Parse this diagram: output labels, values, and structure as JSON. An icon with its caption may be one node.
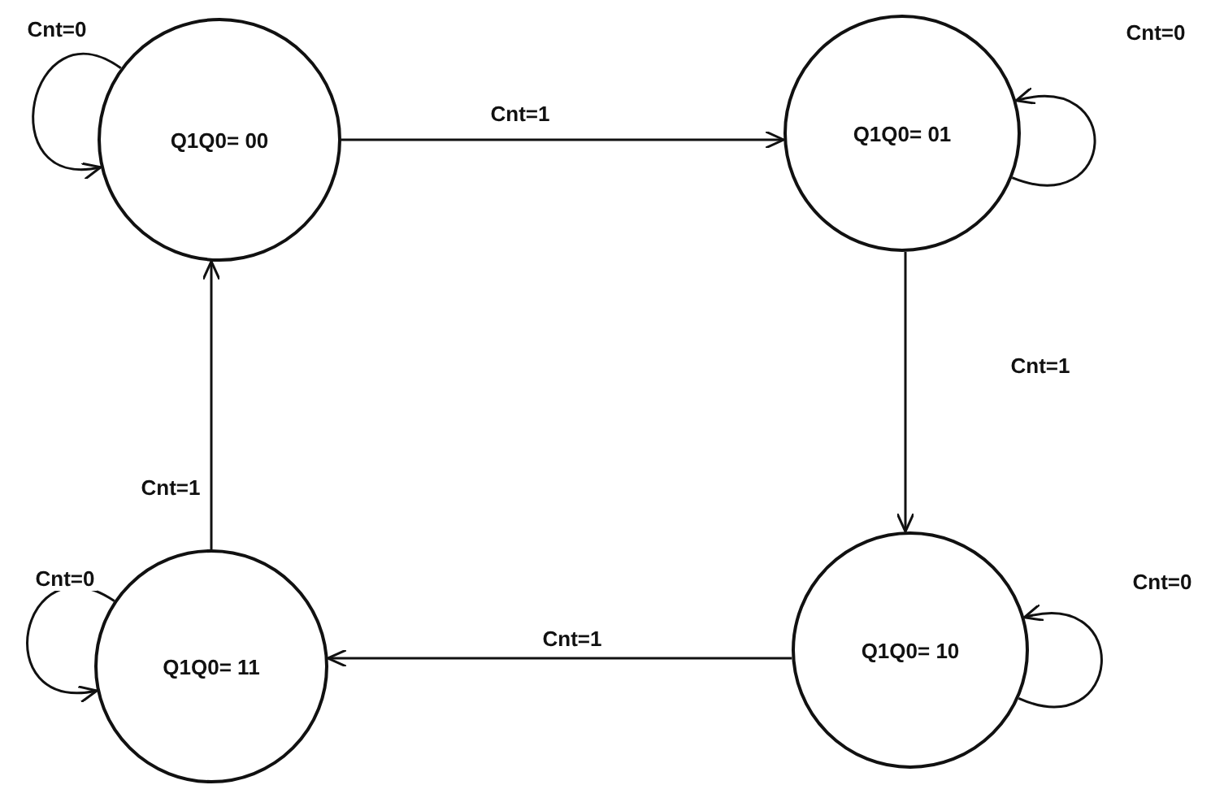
{
  "diagram": {
    "nodes": [
      {
        "text": [
          "Q1Q0= 00"
        ]
      },
      {
        "text": [
          "Q1Q0= 01"
        ]
      },
      {
        "text": [
          "Q1Q0= 10"
        ]
      },
      {
        "text": [
          "Q1Q0= 11"
        ]
      }
    ],
    "edges": [
      {
        "from": 0,
        "to": 0,
        "arrow": "to",
        "label": "Cnt=0"
      },
      {
        "from": 0,
        "to": 1,
        "arrow": "to",
        "label": "Cnt=1"
      },
      {
        "from": 1,
        "to": 1,
        "arrow": "to",
        "label": "Cnt=0"
      },
      {
        "from": 1,
        "to": 2,
        "arrow": "to",
        "label": "Cnt=1"
      },
      {
        "from": 2,
        "to": 2,
        "arrow": "to",
        "label": "Cnt=0"
      },
      {
        "from": 2,
        "to": 3,
        "arrow": "to",
        "label": "Cnt=1"
      },
      {
        "from": 3,
        "to": 3,
        "arrow": "to",
        "label": "Cnt=0"
      },
      {
        "from": 3,
        "to": 0,
        "arrow": "to",
        "label": "Cnt=1"
      }
    ]
  }
}
